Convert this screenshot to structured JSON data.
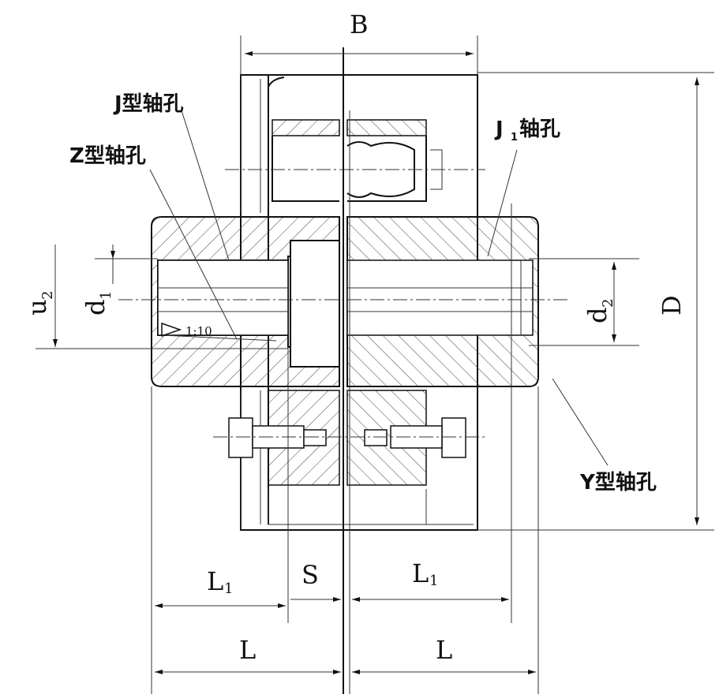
{
  "labels": {
    "B": "B",
    "D": "D",
    "d1": "d",
    "d1_sub": "1",
    "d2": "d",
    "d2_sub": "2",
    "u2": "u",
    "u2_sub": "2",
    "L1_left": "L",
    "L1_left_sub": "1",
    "L1_right": "L",
    "L1_right_sub": "1",
    "S": "S",
    "L_left": "L",
    "L_right": "L",
    "taper": "1:10"
  },
  "callouts": {
    "j_bore": "J型轴孔",
    "z_bore": "Z型轴孔",
    "j1_bore": "J",
    "j1_sub": "1",
    "j1_suffix": "轴孔",
    "y_bore": "Y型轴孔"
  }
}
